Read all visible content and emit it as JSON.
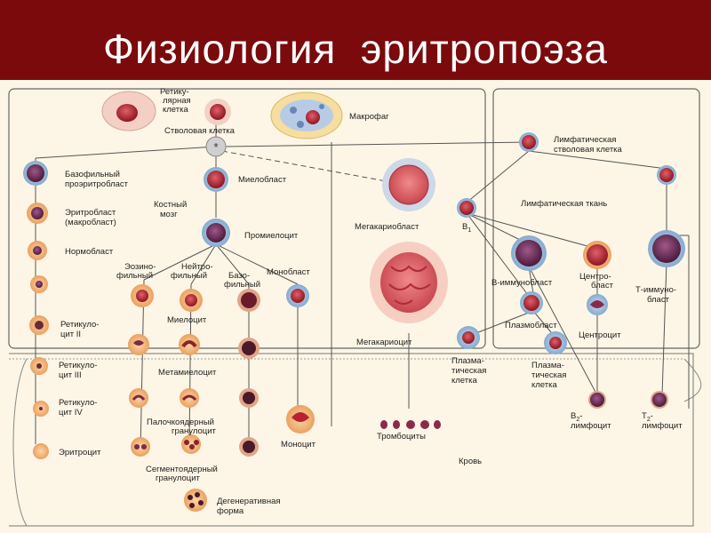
{
  "title": "Физиология  эритропоэза",
  "labels": {
    "reticular_1": "Ретику-",
    "reticular_2": "лярная",
    "reticular_3": "клетка",
    "macrophage": "Макрофаг",
    "stem_cell": "Стволовая  клетка",
    "lymph_stem_1": "Лимфатическая",
    "lymph_stem_2": "стволовая клетка",
    "basophil_proerythroblast_1": "Базофильный",
    "basophil_proerythroblast_2": "проэритробласт",
    "myeloblast": "Миелобласт",
    "megakaryoblast": "Мегакариобласт",
    "b1": "B",
    "b1_sub": "1",
    "lymph_tissue": "Лимфатическая ткань",
    "erythroblast_1": "Эритробласт",
    "erythroblast_2": "(макробласт)",
    "bone_marrow_1": "Костный",
    "bone_marrow_2": "мозг",
    "normoblast": "Нормобласт",
    "promyelocyte": "Промиелоцит",
    "eosinophil_1": "Эозино-",
    "eosinophil_2": "фильный",
    "neutrophil_1": "Нейтро-",
    "neutrophil_2": "фильный",
    "basophil_1": "Базо-",
    "basophil_2": "фильный",
    "monoblast": "Монобласт",
    "b_immunoblast": "В-иммунобласт",
    "centroblast_1": "Центро-",
    "centroblast_2": "бласт",
    "t_immunoblast_1": "Т-иммуно-",
    "t_immunoblast_2": "бласт",
    "myelocyte": "Миелоцит",
    "plasmoblast": "Плазмобласт",
    "reticulocyte2_1": "Ретикуло-",
    "reticulocyte2_2": "цит II",
    "megakaryocyte": "Мегакариоцит",
    "centrocyte": "Центроцит",
    "plasma1_1": "Плазма-",
    "plasma1_2": "тическая",
    "plasma1_3": "клетка",
    "plasma2_1": "Плазма-",
    "plasma2_2": "тическая",
    "plasma2_3": "клетка",
    "reticulocyte3_1": "Ретикуло-",
    "reticulocyte3_2": "цит III",
    "metamyelocyte": "Метамиелоцит",
    "reticulocyte4_1": "Ретикуло-",
    "reticulocyte4_2": "цит IV",
    "band_1": "Палочкоядерный",
    "band_2": "гранулоцит",
    "b2_lymph_1": "B",
    "b2_sub": "2",
    "b2_lymph_2": "-",
    "b2_lymph_3": "лимфоцит",
    "t2_lymph_1": "T",
    "t2_sub": "2",
    "t2_lymph_2": "-",
    "t2_lymph_3": "лимфоцит",
    "erythrocyte": "Эритроцит",
    "monocyte": "Моноцит",
    "thrombocytes": "Тромбоциты",
    "blood": "Кровь",
    "segmented_1": "Сегментоядерный",
    "segmented_2": "гранулоцит",
    "degenerative_1": "Дегенеративная",
    "degenerative_2": "форма"
  },
  "colors": {
    "title_bg": "#7a0a0c",
    "title_text": "#ffffff",
    "background": "#fdf6e6",
    "cell_nucleus": "#b8232e",
    "cell_cytoplasm_blue": "#8fb3d4",
    "cell_cytoplasm_orange": "#f2b07a",
    "lines": "#555555"
  }
}
